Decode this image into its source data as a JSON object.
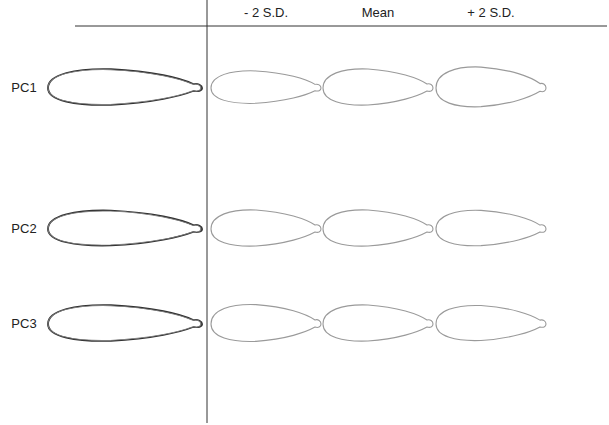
{
  "diagram": {
    "labels": [
      "- 2 S.D.",
      "Mean",
      "+ 2 S.D.",
      "PC1",
      "PC2",
      "PC3"
    ]
  }
}
